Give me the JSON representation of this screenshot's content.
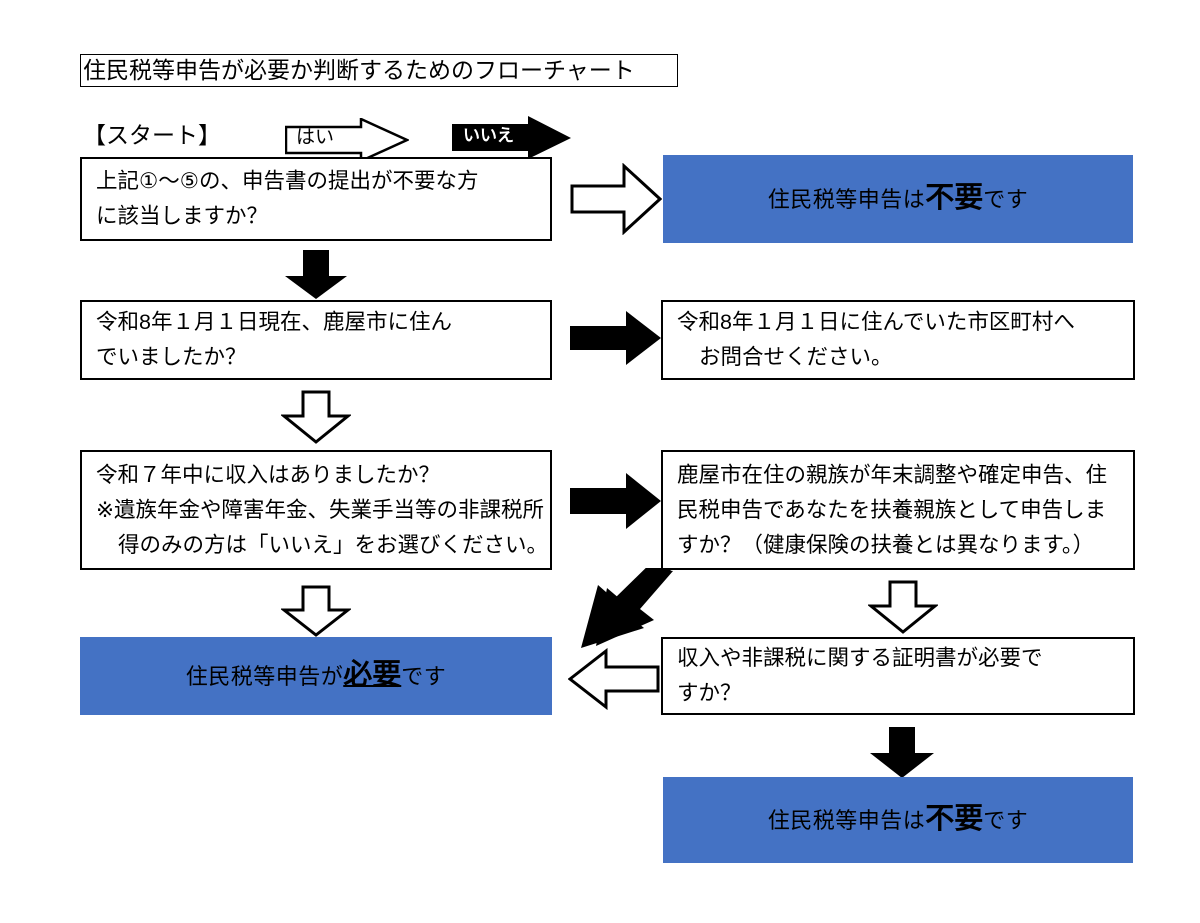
{
  "title": {
    "text": "住民税等申告が必要か判断するためのフローチャート"
  },
  "legend": {
    "start_label": "【スタート】",
    "yes_label": "はい",
    "yes_arrow_style": "white-outline",
    "no_label": "いいえ",
    "no_arrow_style": "black-filled"
  },
  "colors": {
    "result_box_fill": "#4472C4",
    "box_border": "#000000",
    "page_background": "#FFFFFF",
    "arrow_black": "#000000",
    "arrow_white_fill": "#FFFFFF"
  },
  "nodes": {
    "q1": {
      "lines": [
        "上記①〜⑤の、申告書の提出が不要な方",
        "に該当しますか？"
      ]
    },
    "r1_unnecessary": {
      "prefix": "住民税等申告は",
      "emphasis": "不要",
      "suffix": "です"
    },
    "q2": {
      "lines": [
        "令和8年１月１日現在、鹿屋市に住ん",
        "でいましたか？"
      ]
    },
    "r2_contact": {
      "lines": [
        "令和8年１月１日に住んでいた市区町村へ",
        "お問合せください。"
      ]
    },
    "q3": {
      "lines": [
        "令和７年中に収入はありましたか？",
        "※遺族年金や障害年金、失業手当等の非課税所",
        "得のみの方は「いいえ」をお選びください。"
      ]
    },
    "q4": {
      "lines": [
        "鹿屋市在住の親族が年末調整や確定申告、住",
        "民税申告であなたを扶養親族として申告しま",
        "すか？（健康保険の扶養とは異なります。）"
      ]
    },
    "r3_necessary": {
      "prefix": "住民税等申告が",
      "emphasis": "必要",
      "suffix": "です"
    },
    "q5": {
      "lines": [
        "収入や非課税に関する証明書が必要で",
        "すか？"
      ]
    },
    "r4_unnecessary": {
      "prefix": "住民税等申告は",
      "emphasis": "不要",
      "suffix": "です"
    }
  },
  "edges": {
    "legend_yes": "white-outline-right",
    "legend_no": "black-right",
    "q1_to_r1": "white-outline-right",
    "q1_to_q2": "black-down",
    "q2_to_r2": "black-right",
    "q2_to_q3": "white-outline-down",
    "q3_to_q4": "black-right",
    "q3_to_r3": "white-outline-down",
    "q4_to_r3": "black-diagonal-down-left",
    "q4_to_q5": "white-outline-down",
    "q5_to_r3": "white-outline-left",
    "q5_to_r4": "black-down"
  }
}
